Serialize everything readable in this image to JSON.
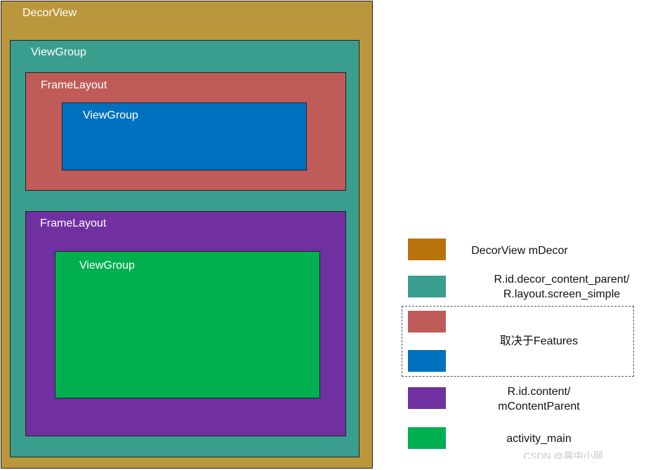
{
  "colors": {
    "decor_view": "#BA973C",
    "view_group_outer": "#3A9E8F",
    "frame_layout_top": "#BF5B58",
    "view_group_top": "#0070C0",
    "frame_layout_bottom": "#7030A0",
    "view_group_bottom": "#00B050",
    "legend_decor": "#B8730C",
    "legend_dashed_border": "#44546A"
  },
  "diagram": {
    "decor_view": {
      "label": "DecorView"
    },
    "view_group_outer": {
      "label": "ViewGroup"
    },
    "frame_layout_top": {
      "label": "FrameLayout"
    },
    "view_group_top": {
      "label": "ViewGroup"
    },
    "frame_layout_bottom": {
      "label": "FrameLayout"
    },
    "view_group_bottom": {
      "label": "ViewGroup"
    }
  },
  "legend": {
    "decor": {
      "label": "DecorView mDecor"
    },
    "decor_content_parent": {
      "line1": "R.id.decor_content_parent/",
      "line2": "R.layout.screen_simple"
    },
    "features": {
      "label": "取决于Features"
    },
    "content": {
      "line1": "R.id.content/",
      "line2": "mContentParent"
    },
    "activity_main": {
      "label": "activity_main"
    }
  },
  "watermark": "CSDN @晨中小网",
  "chart_data": {
    "type": "diagram",
    "nesting": [
      "DecorView",
      "ViewGroup",
      "FrameLayout > ViewGroup",
      "FrameLayout > ViewGroup"
    ]
  }
}
